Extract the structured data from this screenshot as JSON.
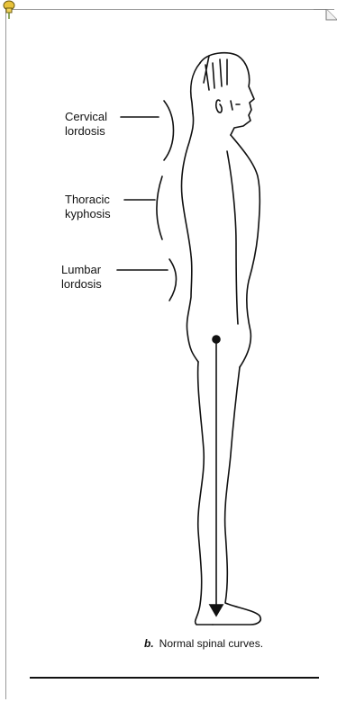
{
  "labels": {
    "cervical": [
      "Cervical",
      "lordosis"
    ],
    "thoracic": [
      "Thoracic",
      "kyphosis"
    ],
    "lumbar": [
      "Lumbar",
      "lordosis"
    ]
  },
  "caption": {
    "letter": "b.",
    "text": "Normal spinal curves."
  },
  "icons": {
    "pin": "pushpin-icon",
    "fold": "page-fold-icon"
  },
  "colors": {
    "line": "#111111",
    "pin_yellow": "#e8c23a",
    "pin_green": "#6a8a2a",
    "frame": "#9a9a9a"
  }
}
